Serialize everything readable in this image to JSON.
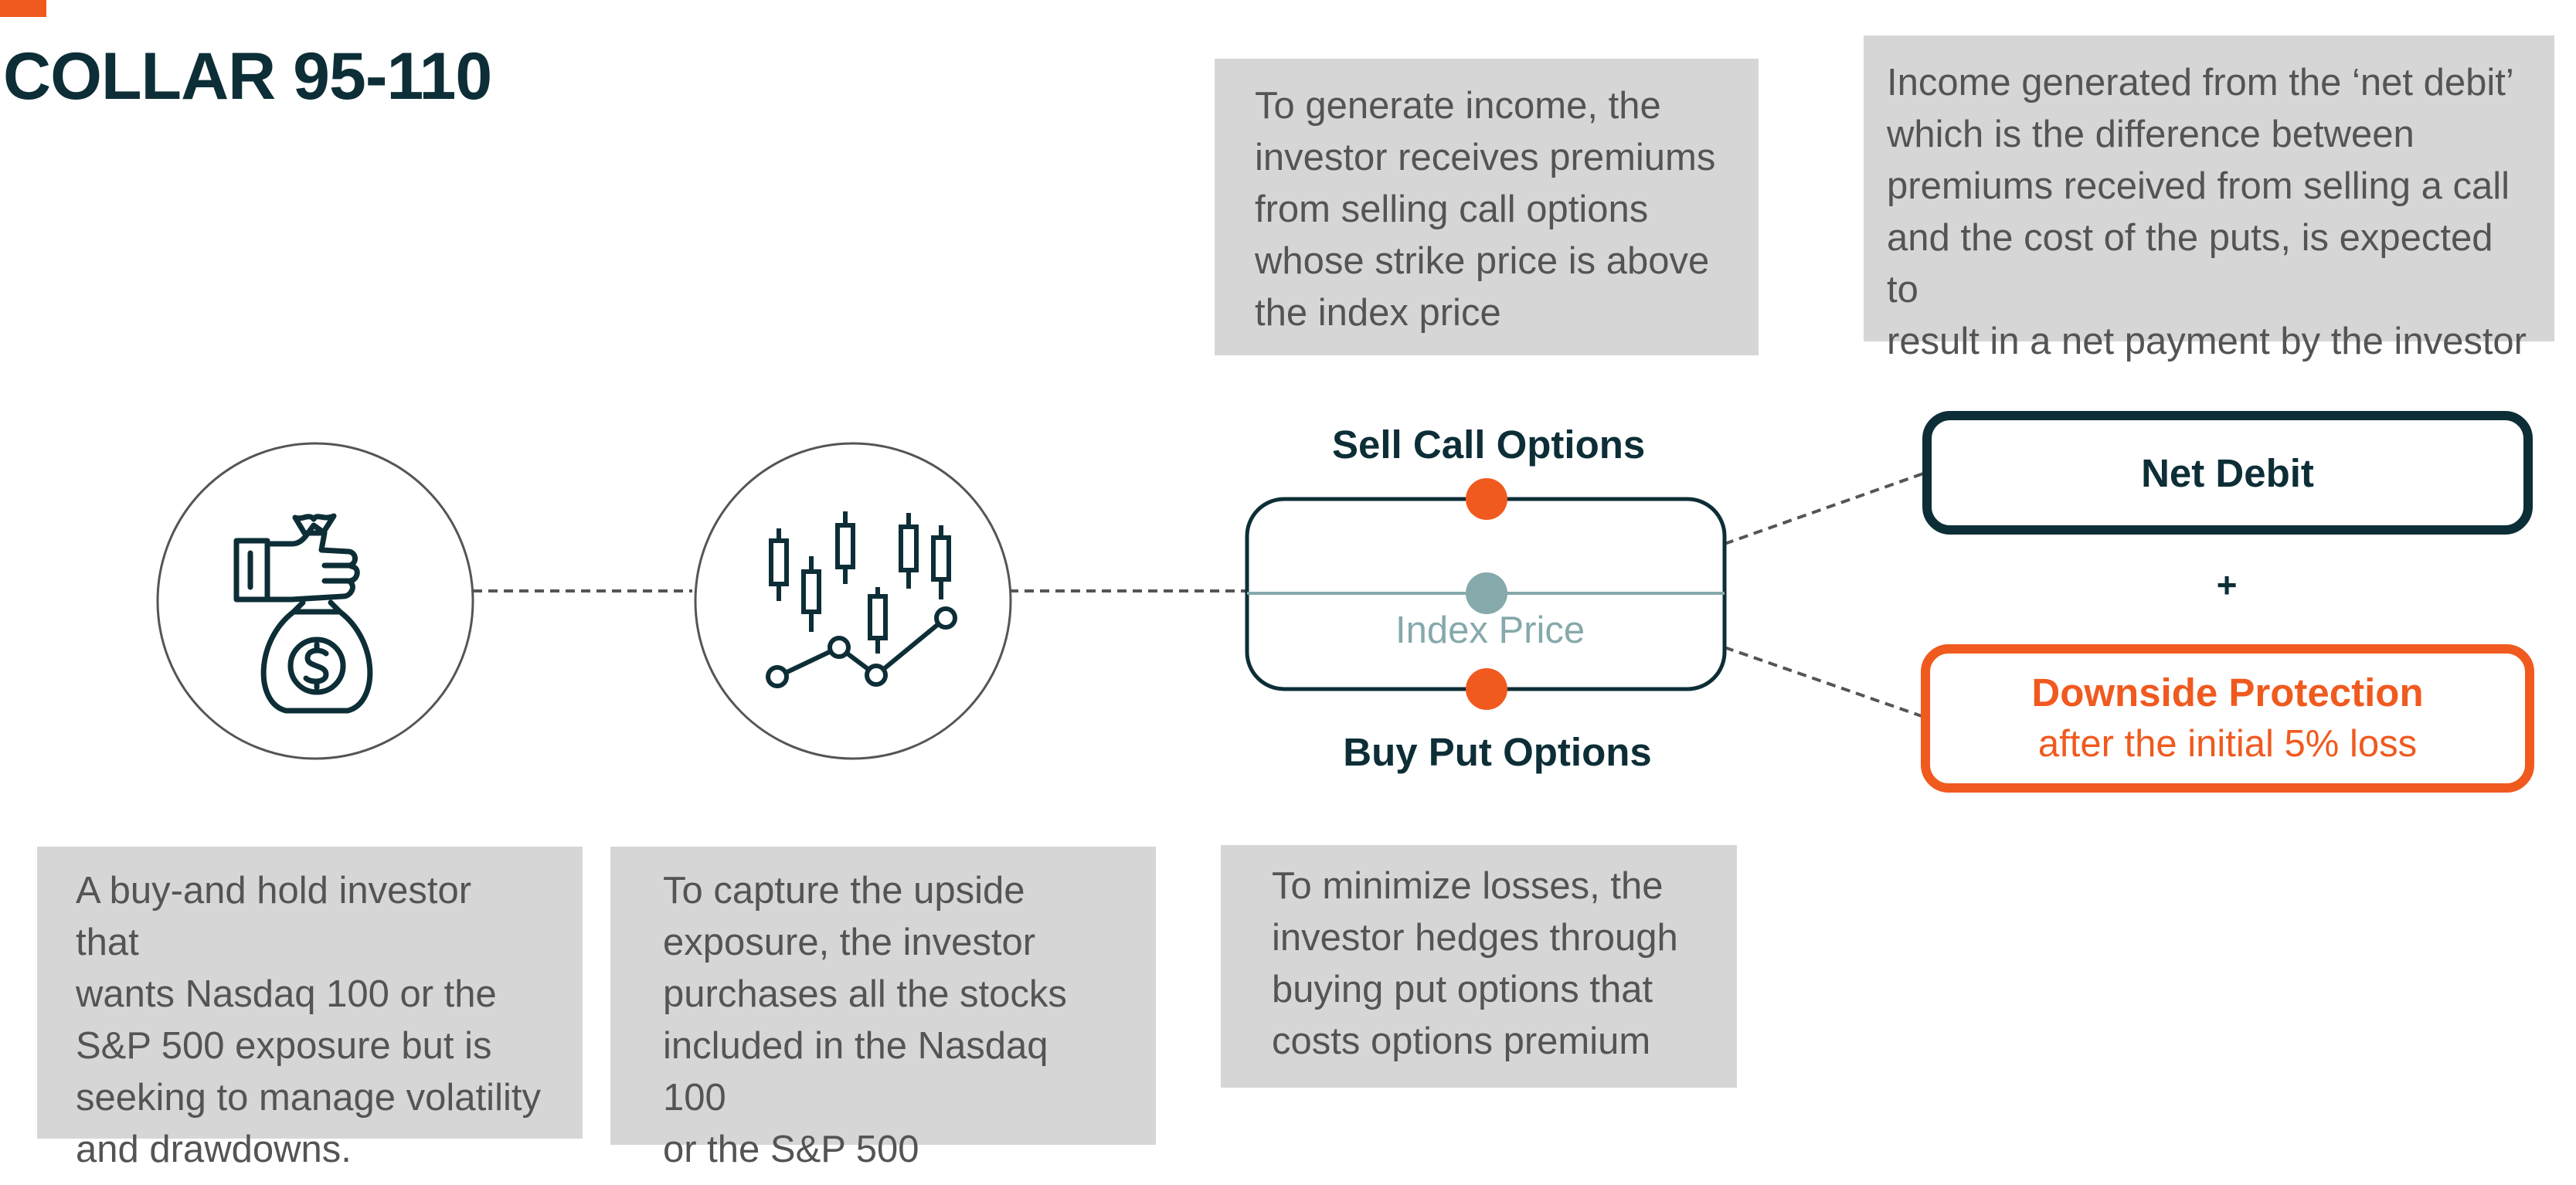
{
  "title": "COLLAR 95-110",
  "colors": {
    "accent": "#f05a1f",
    "dark": "#0d2e36",
    "note_bg": "#d6d6d6",
    "index_line": "#86a9ab"
  },
  "icons": {
    "investor": "money-bag-in-hand-icon",
    "stocks": "candlestick-chart-icon"
  },
  "notes": {
    "call_income": "To generate income, the\ninvestor receives premiums\nfrom selling call options\nwhose strike price is above\nthe index price",
    "net_debit_info": "Income generated from the ‘net debit’\nwhich is the difference between\npremiums received from selling a call\nand the cost of the puts, is expected to\nresult in a net payment by the investor",
    "investor": "A buy-and hold investor that\nwants Nasdaq 100 or the\nS&P 500 exposure but is\nseeking to manage volatility\nand drawdowns.",
    "capture": "To capture the upside\nexposure, the investor\npurchases all the stocks\nincluded in the Nasdaq 100\nor the S&P 500",
    "minimize": "To minimize losses, the\ninvestor hedges through\nbuying put options that\ncosts options premium"
  },
  "collar": {
    "sell_label": "Sell Call Options",
    "buy_label": "Buy Put Options",
    "index_label": "Index Price"
  },
  "outcomes": {
    "net_debit": "Net Debit",
    "plus": "+",
    "downside_title": "Downside Protection",
    "downside_sub": "after the initial 5% loss"
  }
}
